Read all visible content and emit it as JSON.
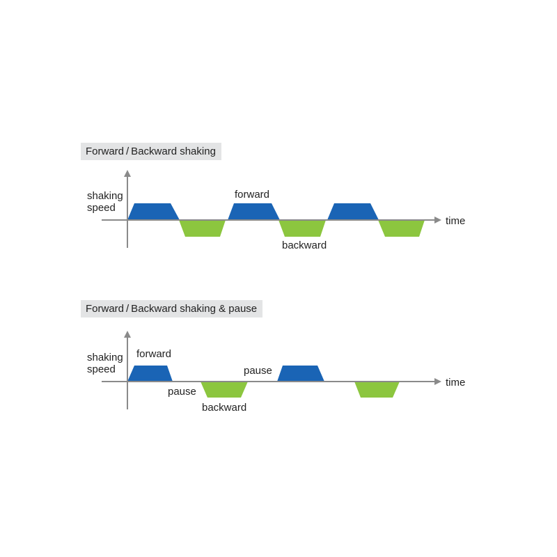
{
  "colors": {
    "forward": "#1a64b5",
    "backward": "#8cc63f",
    "axis": "#8a8a8a",
    "label_bg": "#e3e4e5"
  },
  "diagram1": {
    "title": "Forward / Backward shaking",
    "y_axis_label_line1": "shaking",
    "y_axis_label_line2": "speed",
    "x_axis_label": "time",
    "forward_label": "forward",
    "backward_label": "backward"
  },
  "diagram2": {
    "title": "Forward / Backward shaking & pause",
    "y_axis_label_line1": "shaking",
    "y_axis_label_line2": "speed",
    "x_axis_label": "time",
    "forward_label": "forward",
    "backward_label": "backward",
    "pause_label_1": "pause",
    "pause_label_2": "pause"
  }
}
